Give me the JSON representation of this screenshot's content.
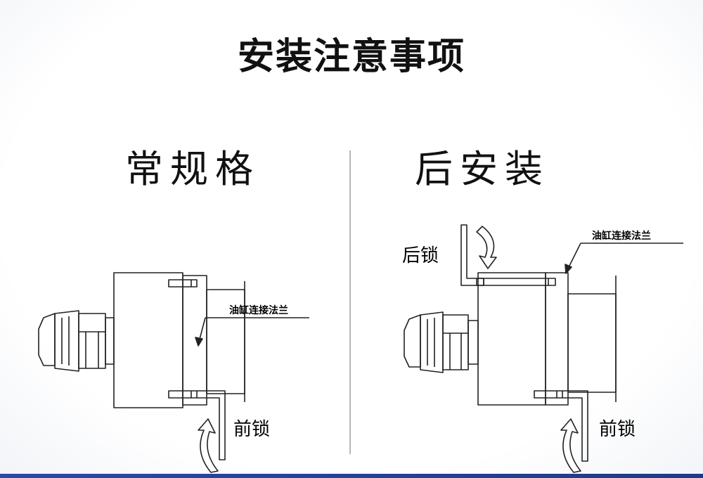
{
  "title": "安装注意事项",
  "left_panel": {
    "heading": "常规格",
    "flange_label": "油缸连接法兰",
    "lock_label": "前锁"
  },
  "right_panel": {
    "heading": "后安装",
    "flange_label": "油缸连接法兰",
    "rear_lock_label": "后锁",
    "front_lock_label": "前锁"
  }
}
